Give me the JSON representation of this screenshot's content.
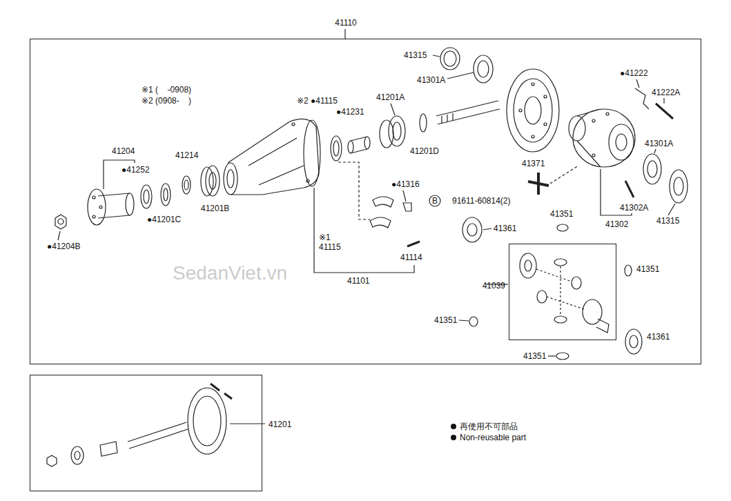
{
  "diagram": {
    "nodes": [
      {
        "text": [
          "41110"
        ]
      },
      {
        "text": [
          "41039"
        ],
        "in": 0
      },
      {
        "text": [
          "41201"
        ]
      }
    ],
    "labels": [
      "※1 (    -0908)",
      "※2 (0908-    )",
      "41315",
      "41301A",
      "●41222",
      "※2 ●41115",
      "●41231",
      "41201A",
      "41222A",
      "41204",
      "41214",
      "41201D",
      "41371",
      "41301A",
      "●41252",
      "●41316",
      "B",
      "91611-60814(2)",
      "41302A",
      "41201B",
      "●41201C",
      "41351",
      "41315",
      "41302",
      "41361",
      "●41204B",
      "※1 41115",
      "41114",
      "41351",
      "41101",
      "41351",
      "41361",
      "41351",
      "SedanViet.vn"
    ],
    "legend": [
      {
        "text": "再使用不可部品"
      },
      {
        "text": "Non-reusable part"
      }
    ]
  }
}
